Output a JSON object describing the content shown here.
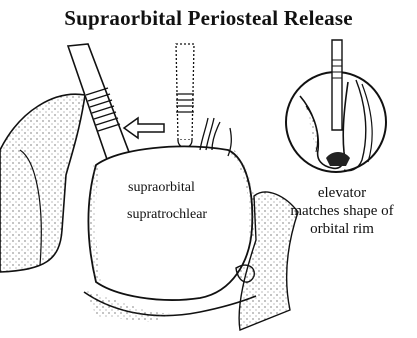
{
  "title": "Supraorbital Periosteal Release",
  "labels": {
    "supraorbital": "supraorbital",
    "supratrochlear": "supratrochlear"
  },
  "caption": [
    "elevator",
    "matches shape of",
    "orbital rim"
  ],
  "colors": {
    "ink": "#111111",
    "paper": "#ffffff"
  }
}
